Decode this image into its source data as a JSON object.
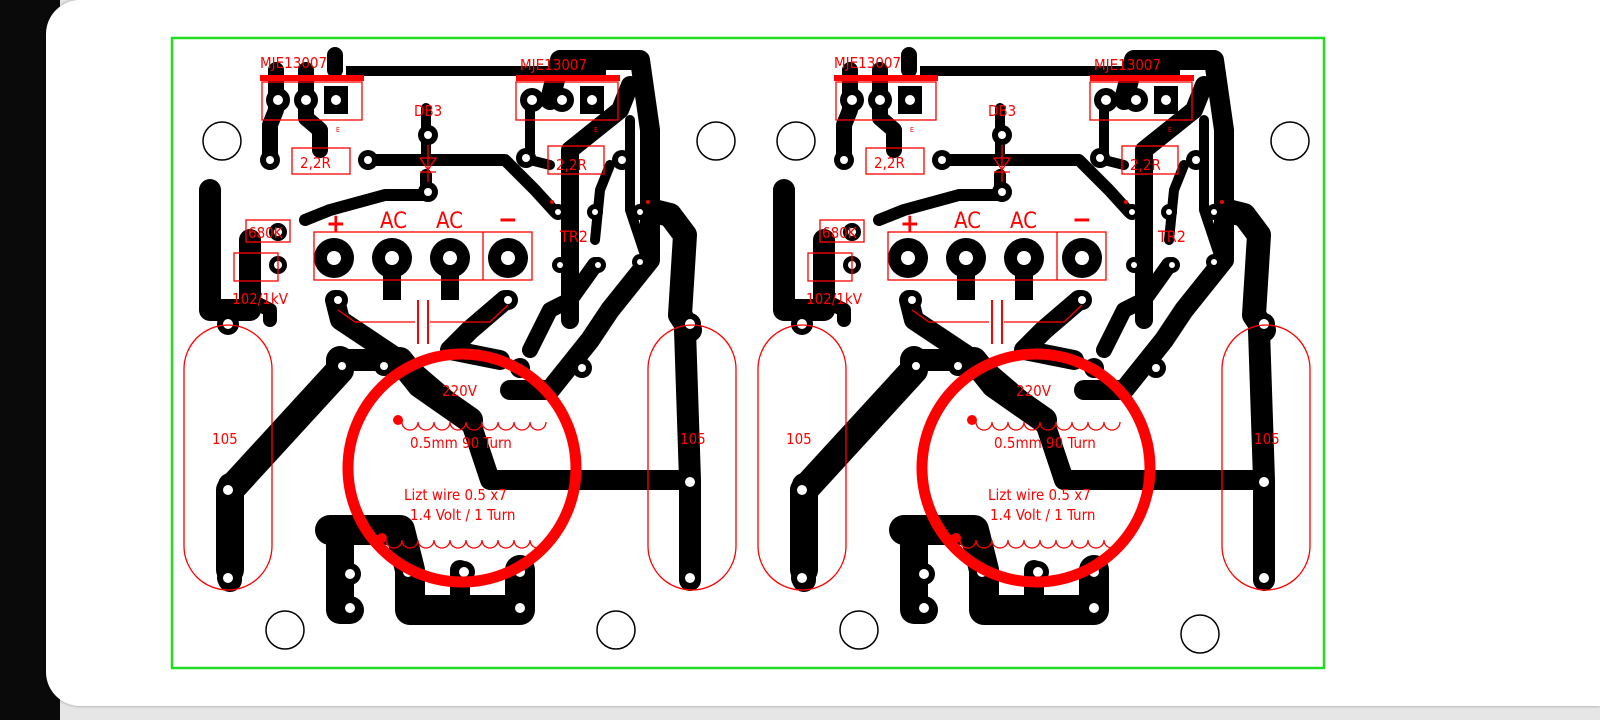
{
  "colors": {
    "copper": "#000000",
    "silkscreen": "#ff0000",
    "board_outline": "#22dd22",
    "background": "#ffffff"
  },
  "labels": {
    "q1_part": "MJE13007",
    "q2_part": "MJE13007",
    "diac": "DB3",
    "r1": "2,2R",
    "r2": "2,2R",
    "r3": "680K",
    "cap_small": "102/1kV",
    "plus": "+",
    "ac1": "AC",
    "ac2": "AC",
    "minus": "−",
    "transformer": "TR2",
    "film_cap": "105",
    "primary_voltage": "220V",
    "primary_winding": "0.5mm 90 Turn",
    "secondary_wire": "Lizt wire 0.5 x7",
    "secondary_ratio": "1.4 Volt / 1 Turn",
    "emitter_mark": "E"
  }
}
